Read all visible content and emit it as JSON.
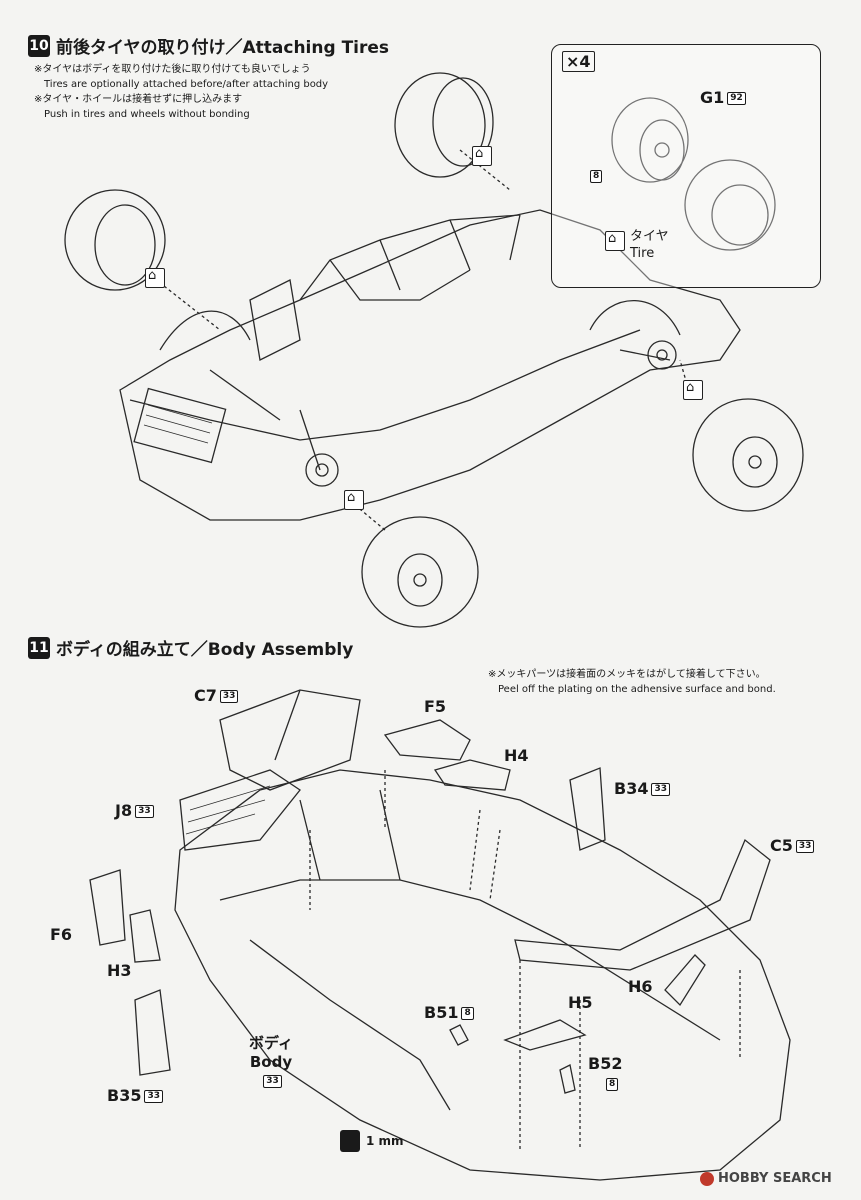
{
  "step10": {
    "number": "10",
    "title": "前後タイヤの取り付け／Attaching Tires",
    "notes": [
      "※タイヤはボディを取り付けた後に取り付けても良いでしょう",
      "Tires are optionally attached before/after attaching body",
      "※タイヤ・ホイールは接着せずに押し込みます",
      "Push in tires and wheels without bonding"
    ],
    "inset": {
      "multiplier": "×4",
      "part": "G1",
      "part_badge": "92",
      "side_badge": "8",
      "tire_jp": "タイヤ",
      "tire_en": "Tire"
    }
  },
  "step11": {
    "number": "11",
    "title": "ボディの組み立て／Body Assembly",
    "notes": [
      "※メッキパーツは接着面のメッキをはがして接着して下さい。",
      "Peel off the plating on the adhensive surface and bond."
    ],
    "parts": [
      {
        "id": "c7",
        "label": "C7",
        "badge": "33"
      },
      {
        "id": "f5",
        "label": "F5",
        "badge": ""
      },
      {
        "id": "h4",
        "label": "H4",
        "badge": ""
      },
      {
        "id": "b34",
        "label": "B34",
        "badge": "33"
      },
      {
        "id": "j8",
        "label": "J8",
        "badge": "33"
      },
      {
        "id": "c5",
        "label": "C5",
        "badge": "33"
      },
      {
        "id": "f6",
        "label": "F6",
        "badge": ""
      },
      {
        "id": "h3",
        "label": "H3",
        "badge": ""
      },
      {
        "id": "h6",
        "label": "H6",
        "badge": ""
      },
      {
        "id": "h5",
        "label": "H5",
        "badge": ""
      },
      {
        "id": "b51",
        "label": "B51",
        "badge": "8"
      },
      {
        "id": "b52",
        "label": "B52",
        "badge": "8"
      },
      {
        "id": "b35",
        "label": "B35",
        "badge": "33"
      }
    ],
    "body_jp": "ボディ",
    "body_en": "Body",
    "body_badge": "33",
    "drill": "1 mm"
  },
  "watermark": "HOBBY SEARCH",
  "icons": [
    "glue-free-icon",
    "drill-icon",
    "hobby-search-logo-icon"
  ]
}
